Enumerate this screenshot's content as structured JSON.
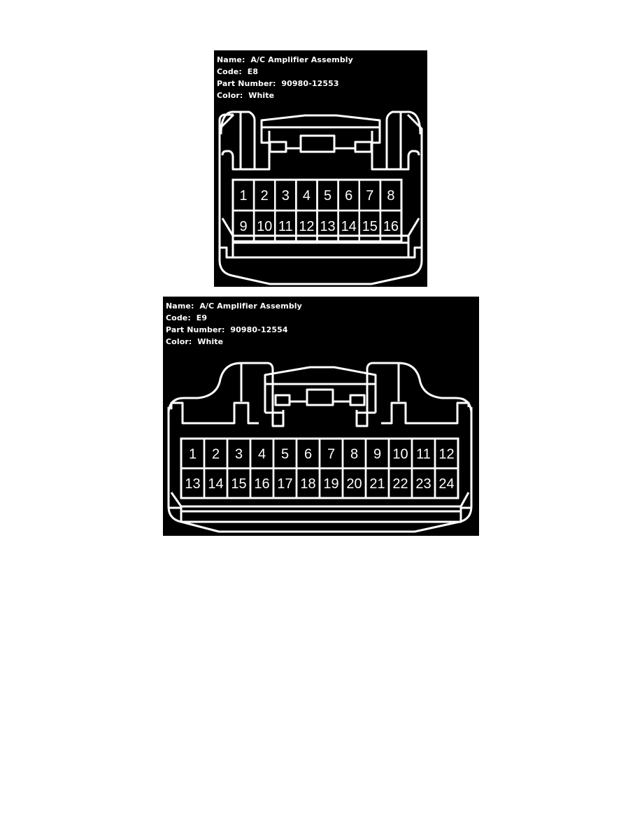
{
  "connectors": [
    {
      "name_label": "Name:",
      "name": "A/C Amplifier Assembly",
      "code_label": "Code:",
      "code": "E8",
      "part_label": "Part Number:",
      "part_number": "90980-12553",
      "color_label": "Color:",
      "color": "White",
      "pin_count": 16,
      "rows": [
        [
          "1",
          "2",
          "3",
          "4",
          "5",
          "6",
          "7",
          "8"
        ],
        [
          "9",
          "10",
          "11",
          "12",
          "13",
          "14",
          "15",
          "16"
        ]
      ]
    },
    {
      "name_label": "Name:",
      "name": "A/C Amplifier Assembly",
      "code_label": "Code:",
      "code": "E9",
      "part_label": "Part Number:",
      "part_number": "90980-12554",
      "color_label": "Color:",
      "color": "White",
      "pin_count": 24,
      "rows": [
        [
          "1",
          "2",
          "3",
          "4",
          "5",
          "6",
          "7",
          "8",
          "9",
          "10",
          "11",
          "12"
        ],
        [
          "13",
          "14",
          "15",
          "16",
          "17",
          "18",
          "19",
          "20",
          "21",
          "22",
          "23",
          "24"
        ]
      ]
    }
  ],
  "colors": {
    "panel_background": "#000000",
    "line": "#ffffff",
    "page_background": "#ffffff"
  }
}
